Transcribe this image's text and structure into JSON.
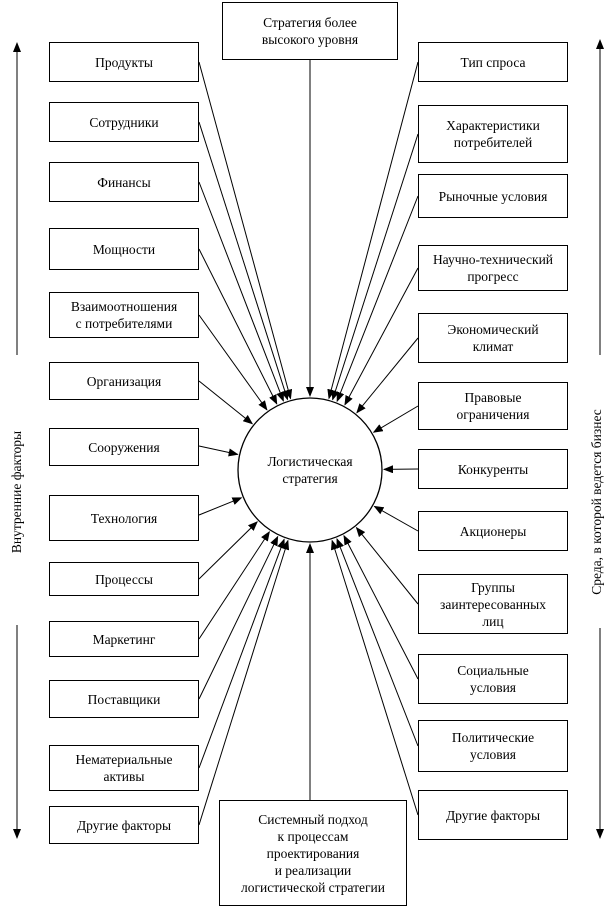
{
  "center": {
    "label": "Логистическая\nстратегия"
  },
  "top_box": {
    "label": "Стратегия более\nвысокого уровня"
  },
  "bottom_box": {
    "label": "Системный подход\nк процессам\nпроектирования\nи реализации\nлогистической стратегии"
  },
  "left_side_label": "Внутренние факторы",
  "right_side_label": "Среда, в которой ведется бизнес",
  "left_factors": [
    {
      "label": "Продукты"
    },
    {
      "label": "Сотрудники"
    },
    {
      "label": "Финансы"
    },
    {
      "label": "Мощности"
    },
    {
      "label": "Взаимоотношения\nс потребителями"
    },
    {
      "label": "Организация"
    },
    {
      "label": "Сооружения"
    },
    {
      "label": "Технология"
    },
    {
      "label": "Процессы"
    },
    {
      "label": "Маркетинг"
    },
    {
      "label": "Поставщики"
    },
    {
      "label": "Нематериальные\nактивы"
    },
    {
      "label": "Другие факторы"
    }
  ],
  "right_factors": [
    {
      "label": "Тип спроса"
    },
    {
      "label": "Характеристики\nпотребителей"
    },
    {
      "label": "Рыночные условия"
    },
    {
      "label": "Научно-технический\nпрогресс"
    },
    {
      "label": "Экономический\nклимат"
    },
    {
      "label": "Правовые\nограничения"
    },
    {
      "label": "Конкуренты"
    },
    {
      "label": "Акционеры"
    },
    {
      "label": "Группы\nзаинтересованных\nлиц"
    },
    {
      "label": "Социальные\nусловия"
    },
    {
      "label": "Политические\nусловия"
    },
    {
      "label": "Другие факторы"
    }
  ]
}
